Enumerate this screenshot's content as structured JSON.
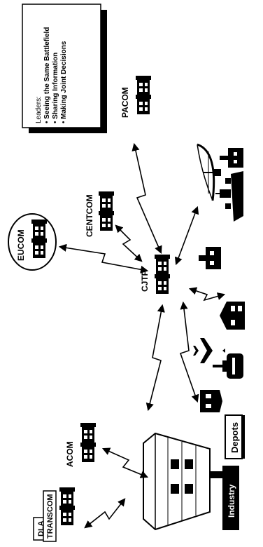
{
  "legend": {
    "title": "Leaders:",
    "items": [
      "• Seeing the Same Battlefield",
      "• Sharing Information",
      "• Making Joint Decisions"
    ]
  },
  "nodes": {
    "pacom": "PACOM",
    "eucom": "EUCOM",
    "centcom": "CENTCOM",
    "cjtf": "CJTF",
    "acom": "ACOM",
    "dla": "DLA",
    "transcom": "TRANSCOM",
    "depots": "Depots",
    "industry": "Industry"
  },
  "colors": {
    "ink": "#000000",
    "paper": "#ffffff"
  },
  "icons": [
    "building-icon",
    "aircraft-icon",
    "tank-icon",
    "ship-icon",
    "satellite-dish-icon",
    "lightning-link-icon"
  ]
}
